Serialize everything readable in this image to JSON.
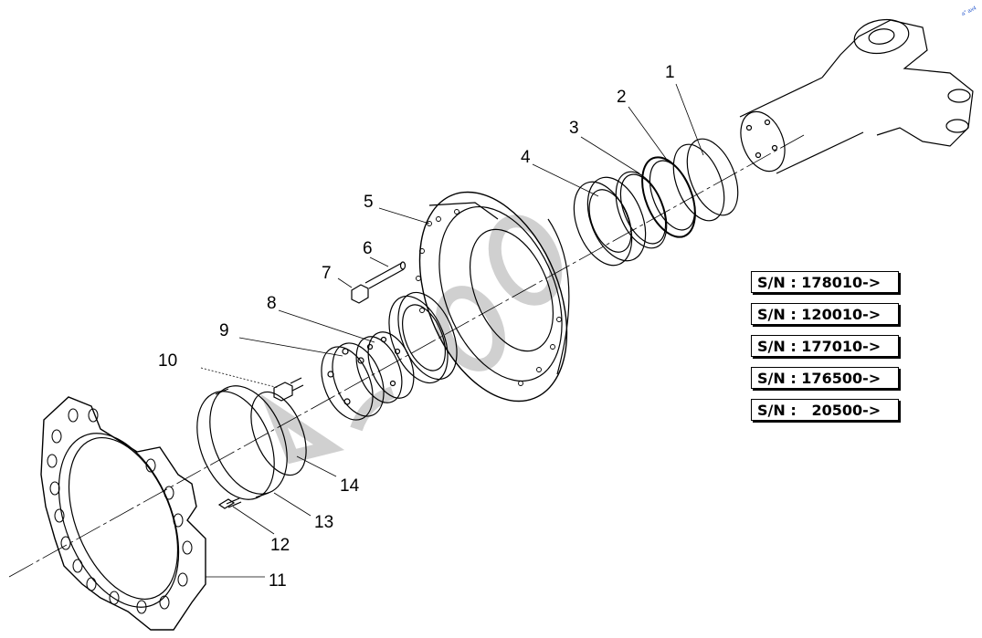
{
  "callouts": [
    "1",
    "2",
    "3",
    "4",
    "5",
    "6",
    "7",
    "8",
    "9",
    "10",
    "11",
    "12",
    "13",
    "14"
  ],
  "serial_numbers": [
    "S/N : 178010->",
    "S/N : 120010->",
    "S/N : 177010->",
    "S/N : 176500->",
    "S/N :   20500->"
  ],
  "corner_mark": "a° ax4",
  "colors": {
    "line": "#000000",
    "watermark": "#d8d8d8",
    "background": "#ffffff"
  }
}
